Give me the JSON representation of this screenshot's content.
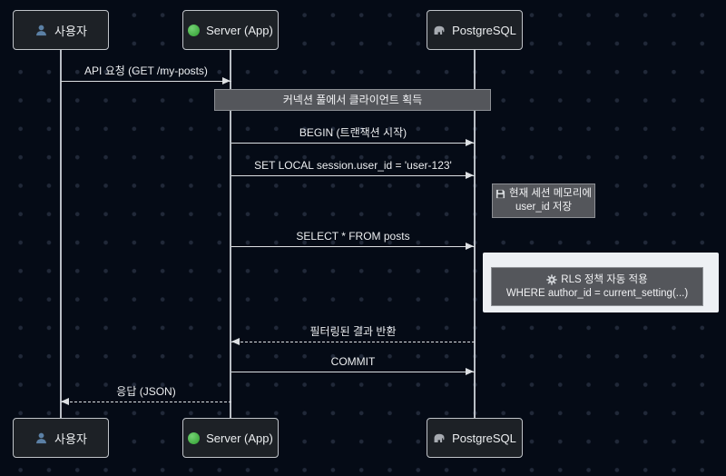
{
  "diagram": {
    "type": "sequence",
    "actors": [
      {
        "label": "사용자",
        "icon": "person-icon"
      },
      {
        "label": "Server (App)",
        "icon": "green-dot-icon"
      },
      {
        "label": "PostgreSQL",
        "icon": "elephant-icon"
      }
    ],
    "messages": [
      {
        "from": "사용자",
        "to": "Server (App)",
        "text": "API 요청 (GET /my-posts)",
        "line": "solid"
      },
      {
        "from": "Server (App)",
        "to": "PostgreSQL",
        "text": "BEGIN (트랜잭션 시작)",
        "line": "solid"
      },
      {
        "from": "Server (App)",
        "to": "PostgreSQL",
        "text": "SET LOCAL session.user_id = 'user-123'",
        "line": "solid"
      },
      {
        "from": "Server (App)",
        "to": "PostgreSQL",
        "text": "SELECT * FROM posts",
        "line": "solid"
      },
      {
        "from": "PostgreSQL",
        "to": "Server (App)",
        "text": "필터링된 결과 반환",
        "line": "dashed"
      },
      {
        "from": "Server (App)",
        "to": "PostgreSQL",
        "text": "COMMIT",
        "line": "solid"
      },
      {
        "from": "Server (App)",
        "to": "사용자",
        "text": "응답 (JSON)",
        "line": "dashed"
      }
    ],
    "notes": [
      {
        "text": "커넥션 풀에서 클라이언트 획득",
        "over": "Server (App), PostgreSQL"
      },
      {
        "icon": "floppy-icon",
        "line1": "현재 세션 메모리에",
        "line2": "user_id 저장"
      },
      {
        "icon": "gear-icon",
        "line1": "RLS 정책 자동 적용",
        "line2": "WHERE author_id = current_setting(...)",
        "highlighted": true
      }
    ],
    "colors": {
      "background": "#050b16",
      "dot_grid": "#212939",
      "actor_box_bg": "#1d2126",
      "actor_box_border": "#c0c4c9",
      "note_bg": "#54565b",
      "note_border": "#8c8f94",
      "highlight_bg": "#edf0f4",
      "line": "#dcdfe2",
      "text": "#eceef0",
      "person_icon": "#5b80a5",
      "server_dot": "#46b646",
      "elephant_icon": "#a7abb1"
    }
  }
}
